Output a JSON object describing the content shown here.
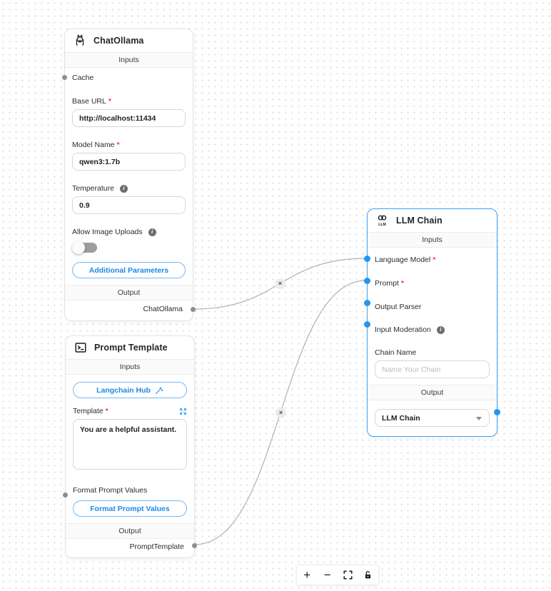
{
  "colors": {
    "accent": "#2196f3",
    "selected_node_border": "#3da2f5",
    "required_marker": "#f23a3a",
    "edge": "#b1b1b7",
    "port_gray": "#8d8d8d"
  },
  "icons": {
    "info_glyph": "i",
    "terminal_glyph": ">_"
  },
  "nodes": {
    "chat_ollama": {
      "title": "ChatOllama",
      "inputs_header": "Inputs",
      "output_header": "Output",
      "cache_label": "Cache",
      "base_url": {
        "label": "Base URL",
        "required": "*",
        "value": "http://localhost:11434"
      },
      "model_name": {
        "label": "Model Name",
        "required": "*",
        "value": "qwen3:1.7b"
      },
      "temperature": {
        "label": "Temperature",
        "value": "0.9"
      },
      "allow_image_uploads_label": "Allow Image Uploads",
      "additional_parameters_label": "Additional Parameters",
      "output_anchor": "ChatOllama"
    },
    "prompt_template": {
      "title": "Prompt Template",
      "inputs_header": "Inputs",
      "output_header": "Output",
      "langchain_hub_label": "Langchain Hub",
      "template": {
        "label": "Template",
        "required": "*",
        "value": "You are a helpful assistant."
      },
      "format_prompt_values_label": "Format Prompt Values",
      "format_prompt_values_button": "Format Prompt Values",
      "output_anchor": "PromptTemplate"
    },
    "llm_chain": {
      "title": "LLM Chain",
      "icon_text": "LLM",
      "inputs_header": "Inputs",
      "output_header": "Output",
      "language_model": {
        "label": "Language Model",
        "required": "*"
      },
      "prompt": {
        "label": "Prompt",
        "required": "*"
      },
      "output_parser_label": "Output Parser",
      "input_moderation_label": "Input Moderation",
      "chain_name": {
        "label": "Chain Name",
        "placeholder": "Name Your Chain"
      },
      "output_select_value": "LLM Chain"
    }
  },
  "edges": {
    "delete_glyph": "×"
  },
  "controls": {
    "zoom_in_glyph": "+",
    "zoom_out_glyph": "−"
  }
}
